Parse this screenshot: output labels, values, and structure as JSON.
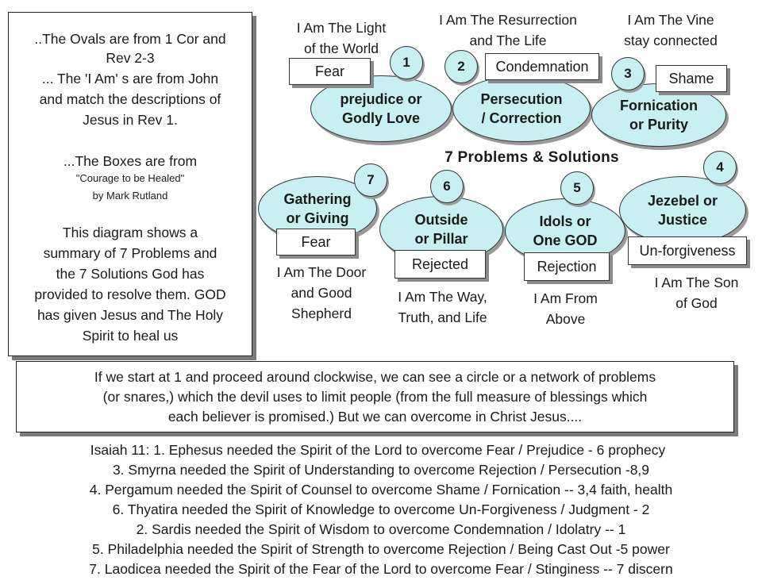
{
  "info": {
    "lines": [
      "..The Ovals are from 1 Cor and",
      "Rev 2-3",
      "... The 'I Am' s are from John",
      "and match the descriptions of",
      "Jesus in Rev 1."
    ],
    "boxes_lines": [
      "...The Boxes are from",
      "\"Courage to be Healed\"",
      "by Mark Rutland"
    ],
    "summary_lines": [
      "This diagram shows a",
      "summary of 7 Problems and",
      "the 7 Solutions God has",
      "provided to resolve them. GOD",
      "has given Jesus and The Holy",
      "Spirit to heal us"
    ]
  },
  "diagram": {
    "title": "7 Problems & Solutions",
    "items": [
      {
        "number": "1",
        "oval": [
          "prejudice or",
          "Godly Love"
        ],
        "box": "Fear",
        "iam": [
          "I Am The Light",
          "of the World"
        ]
      },
      {
        "number": "2",
        "oval": [
          "Persecution",
          "/ Correction"
        ],
        "box": "Condemnation",
        "iam": [
          "I Am The Resurrection",
          "and The Life"
        ]
      },
      {
        "number": "3",
        "oval": [
          "Fornication",
          "or Purity"
        ],
        "box": "Shame",
        "iam": [
          "I Am The Vine",
          "stay connected"
        ]
      },
      {
        "number": "4",
        "oval": [
          "Jezebel or",
          "Justice"
        ],
        "box": "Un-forgiveness",
        "iam": [
          "I Am The Son",
          "of God"
        ]
      },
      {
        "number": "5",
        "oval": [
          "Idols or",
          "One GOD"
        ],
        "box": "Rejection",
        "iam": [
          "I Am From",
          "Above"
        ]
      },
      {
        "number": "6",
        "oval": [
          "Outside",
          "or Pillar"
        ],
        "box": "Rejected",
        "iam": [
          "I Am The Way,",
          "Truth, and Life"
        ]
      },
      {
        "number": "7",
        "oval": [
          "Gathering",
          "or Giving"
        ],
        "box": "Fear",
        "iam": [
          "I Am The Door",
          "and Good",
          "Shepherd"
        ]
      }
    ]
  },
  "summary": {
    "lines": [
      "If we start at 1 and proceed around clockwise, we can see a circle or a network of problems",
      "(or snares,) which the devil uses to limit people (from the full measure of blessings which",
      "each believer is promised.) But we can overcome in Christ Jesus...."
    ]
  },
  "isaiah": {
    "lines": [
      "Isaiah 11:  1. Ephesus needed the Spirit of the Lord to overcome Fear / Prejudice - 6 prophecy",
      "3. Smyrna needed the Spirit of Understanding to overcome Rejection / Persecution -8,9",
      "4. Pergamum needed the Spirit of Counsel to overcome Shame / Fornication --  3,4 faith, health",
      "6. Thyatira needed the Spirit of Knowledge to overcome Un-Forgiveness / Judgment - 2",
      "2. Sardis needed the Spirit of Wisdom to overcome Condemnation / Idolatry  -- 1",
      "5. Philadelphia needed the Spirit of Strength to overcome Rejection / Being Cast Out -5 power",
      "7. Laodicea needed the Spirit of the Fear of the Lord to overcome Fear / Stinginess -- 7 discern"
    ]
  },
  "colors": {
    "oval_fill": "#c8f0f2",
    "outline": "#333333",
    "shadow": "#8a8a8a"
  }
}
